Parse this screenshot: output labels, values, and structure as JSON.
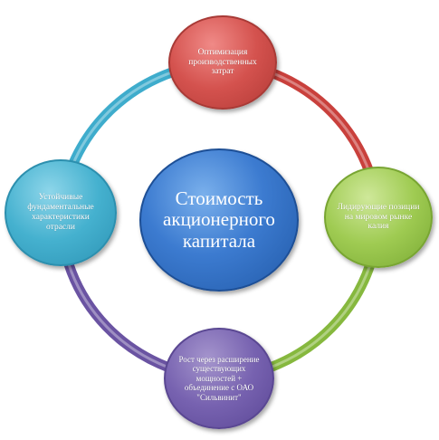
{
  "diagram": {
    "center": {
      "label": "Стоимость акционерного капитала",
      "color": "#3c7bd0"
    },
    "nodes": [
      {
        "id": "top",
        "label": "Оптимизация производственных затрат",
        "color": "#d4524e"
      },
      {
        "id": "right",
        "label": "Лидирующие позиции на мировом рынке калия",
        "color": "#9fcb52"
      },
      {
        "id": "bottom",
        "label": "Рост через расширение существующих мощностей + объединение с ОАО \"Сильвинит\"",
        "color": "#7762b0"
      },
      {
        "id": "left",
        "label": "Устойчивые фундаментальные характеристики отрасли",
        "color": "#45b1cf"
      }
    ],
    "arc_colors": {
      "top_right": "#c9403c",
      "right_bottom": "#86b83e",
      "bottom_left": "#6a53a2",
      "left_top": "#3eaccc"
    }
  }
}
